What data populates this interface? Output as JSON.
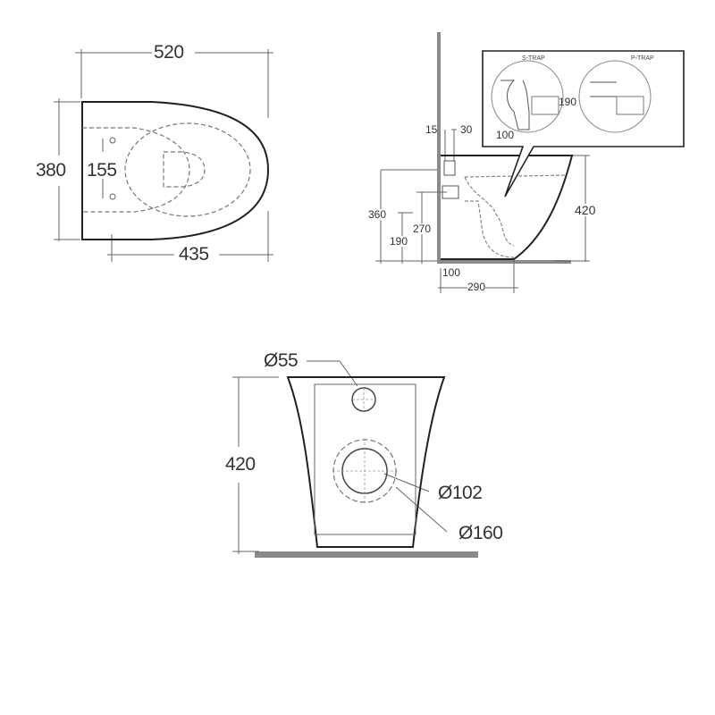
{
  "plan_view": {
    "width_label": "520",
    "depth_label": "380",
    "fixing_spacing_label": "155",
    "projection_label": "435"
  },
  "side_view": {
    "wall_offset_1": "15",
    "wall_offset_2": "30",
    "height_label": "420",
    "inlet_height_label": "360",
    "fixing_height_label": "270",
    "outlet_height_s_label": "190",
    "outlet_offset_label": "100",
    "outlet_projection_label": "290",
    "inset": {
      "s_trap_title": "S-TRAP",
      "p_trap_title": "P-TRAP",
      "s_trap_dim": "100",
      "p_trap_dim": "190"
    }
  },
  "rear_view": {
    "height_label": "420",
    "inlet_diameter_label": "Ø55",
    "outlet_diameter_label": "Ø102",
    "outlet_outer_diameter_label": "Ø160"
  },
  "colors": {
    "line": "#222222",
    "dim_line": "#555555",
    "floor": "#8a8a8a",
    "dashed": "#666666"
  }
}
